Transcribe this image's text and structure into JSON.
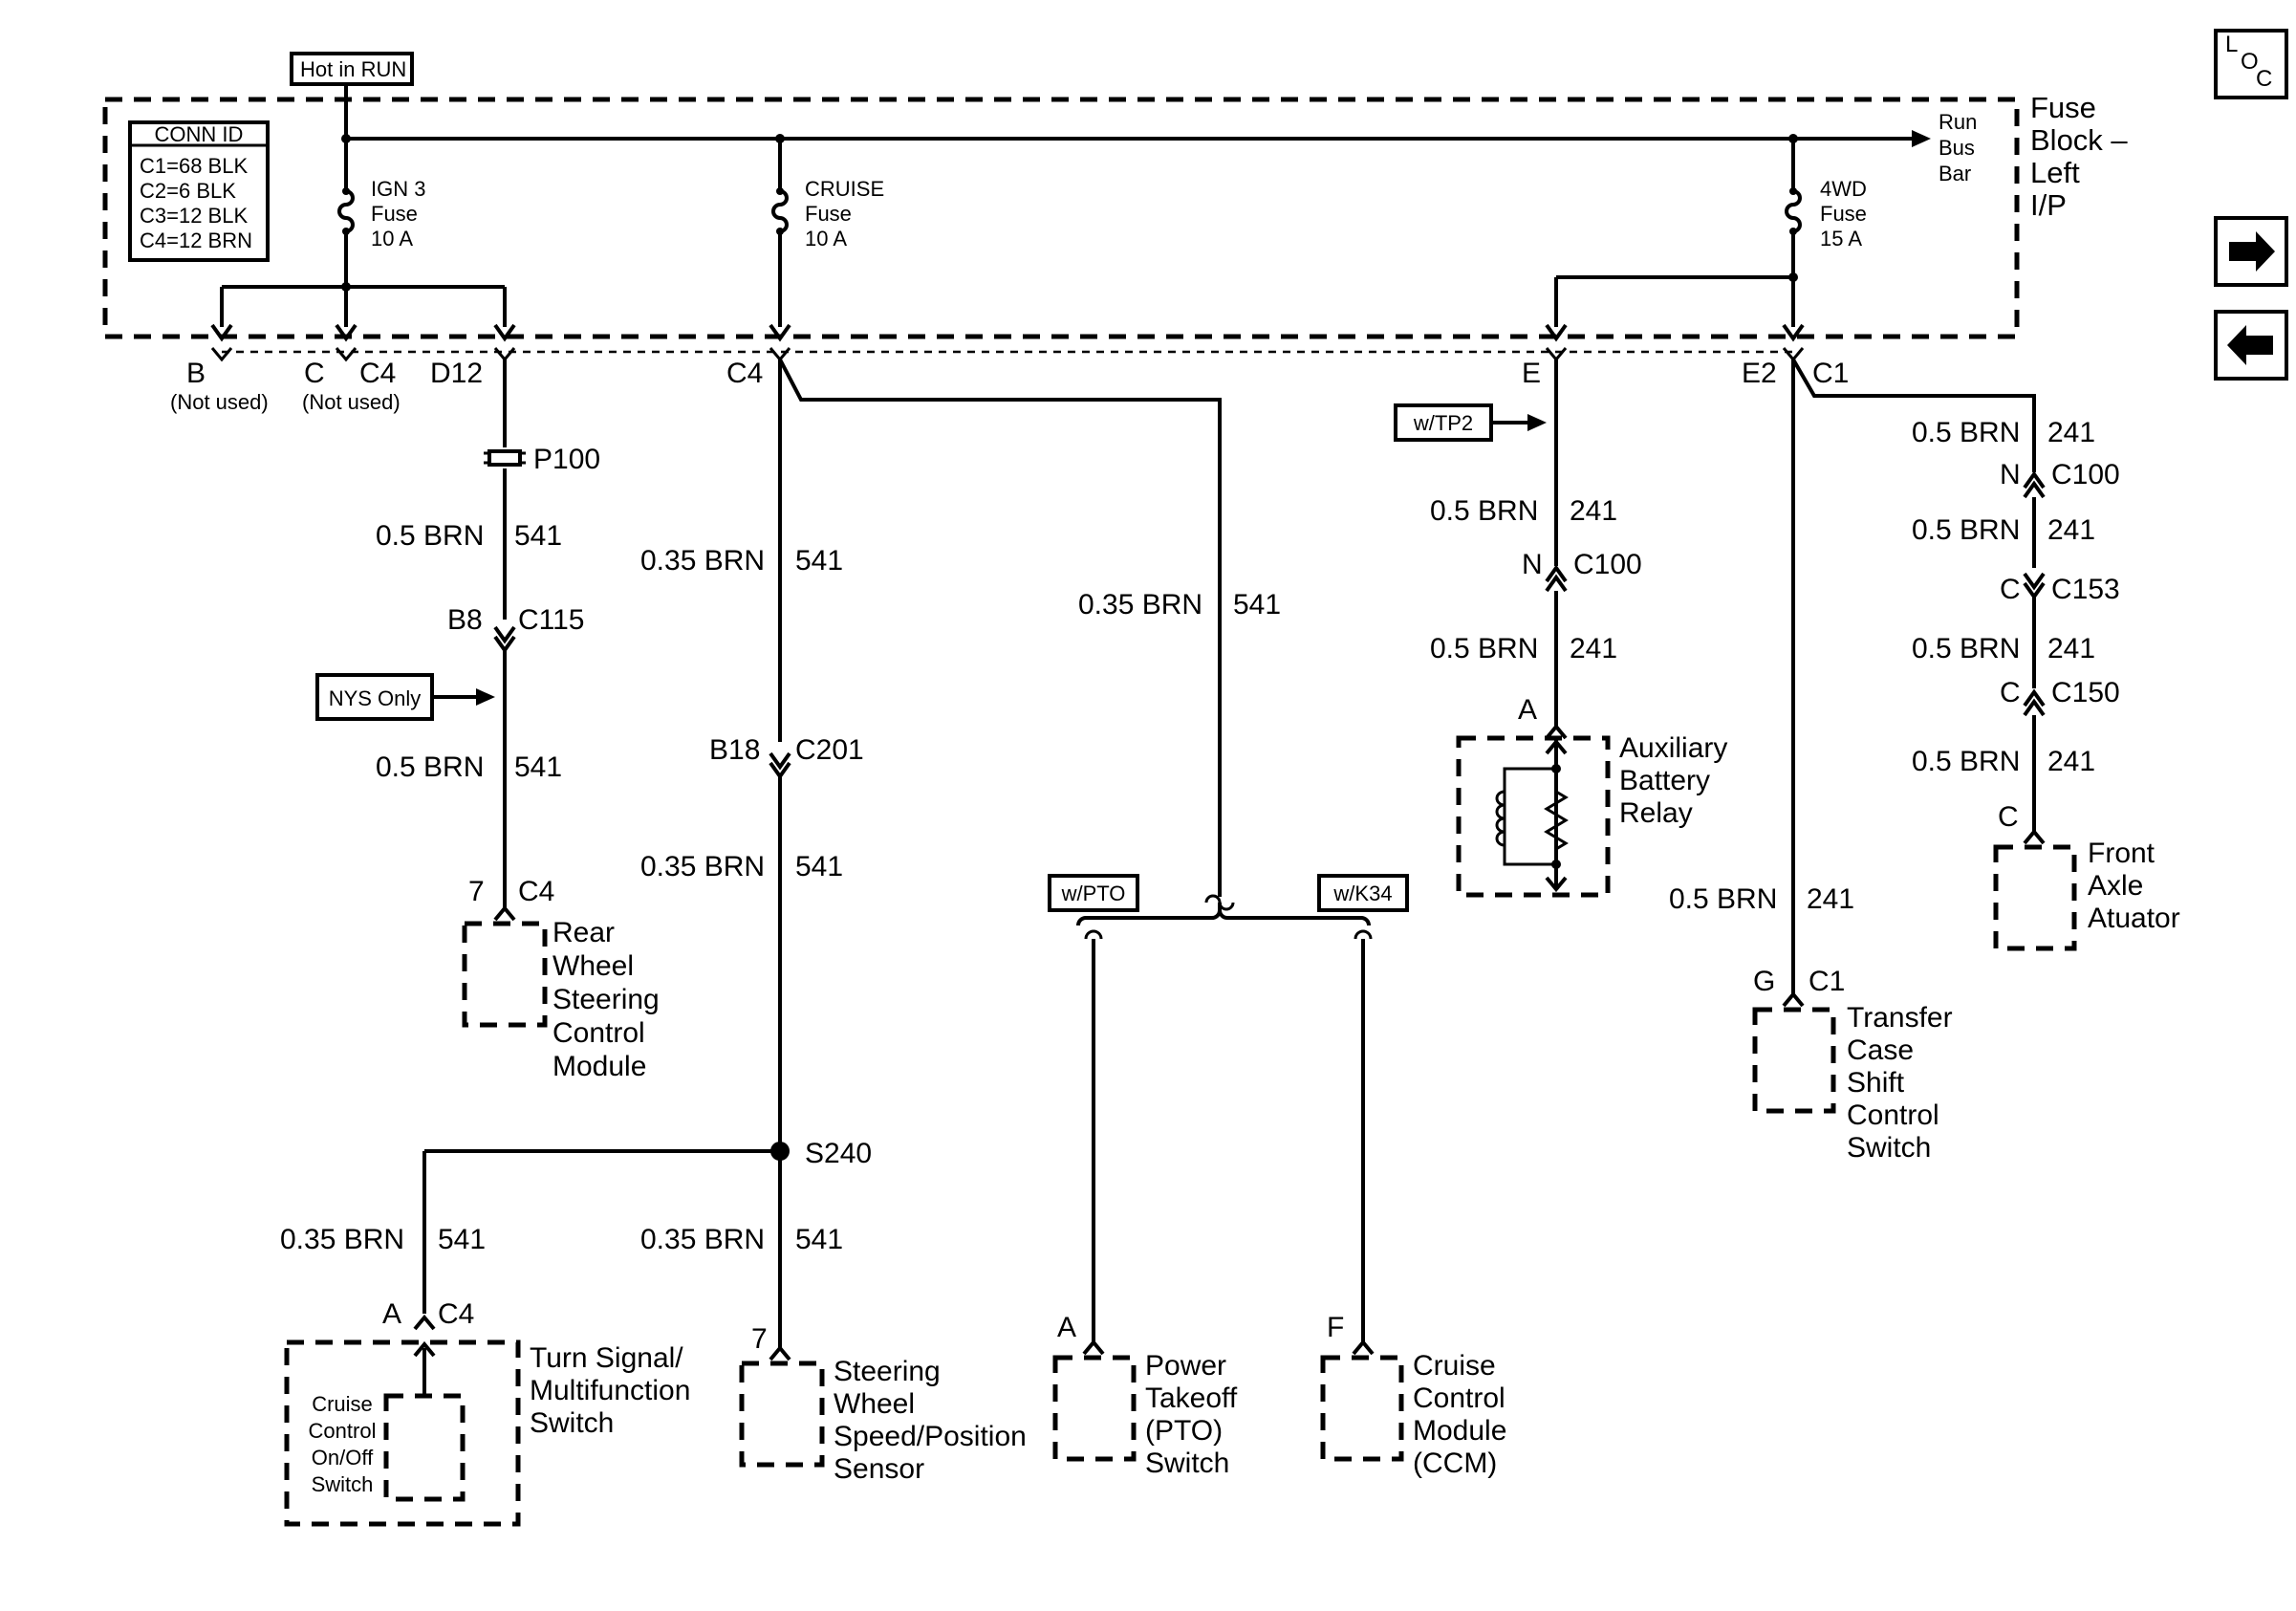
{
  "fuse_block": {
    "hot_label": "Hot in RUN",
    "title_lines": [
      "Fuse",
      "Block –",
      "Left",
      "I/P"
    ],
    "run_bus_lines": [
      "Run",
      "Bus",
      "Bar"
    ],
    "conn_id": {
      "title": "CONN ID",
      "rows": [
        "C1=68 BLK",
        "C2=6 BLK",
        "C3=12 BLK",
        "C4=12 BRN"
      ]
    },
    "fuses": [
      {
        "lines": [
          "IGN 3",
          "Fuse",
          "10 A"
        ]
      },
      {
        "lines": [
          "CRUISE",
          "Fuse",
          "10 A"
        ]
      },
      {
        "lines": [
          "4WD",
          "Fuse",
          "15 A"
        ]
      }
    ],
    "terminals": {
      "b": "B",
      "b_note": "(Not used)",
      "c": "C",
      "c4": "C4",
      "c_note": "(Not used)",
      "d12": "D12",
      "c4_cruise": "C4",
      "e": "E",
      "e2": "E2",
      "c1": "C1"
    }
  },
  "options": {
    "tp2": "w/TP2",
    "nys": "NYS Only",
    "pto": "w/PTO",
    "k34": "w/K34"
  },
  "connectors": {
    "p100": "P100",
    "b8": "B8",
    "c115": "C115",
    "b18": "B18",
    "c201": "C201",
    "s240": "S240",
    "n1": "N",
    "c100_a": "C100",
    "n2": "N",
    "c100_b": "C100",
    "c_153": "C",
    "c153": "C153",
    "c_150": "C",
    "c150": "C150"
  },
  "wires": {
    "w541_brn05_a": "0.5 BRN",
    "w541_num_a": "541",
    "w541_brn05_b": "0.5 BRN",
    "w541_num_b": "541",
    "w541_brn035_a": "0.35 BRN",
    "w541_num_c": "541",
    "w541_brn035_b": "0.35 BRN",
    "w541_num_d": "541",
    "w541_brn035_c": "0.35 BRN",
    "w541_num_e": "541",
    "w541_brn035_d": "0.35 BRN",
    "w541_num_f": "541",
    "w541_brn035_e": "0.35 BRN",
    "w541_num_g": "541",
    "w241_a_brn": "0.5 BRN",
    "w241_a_num": "241",
    "w241_b_brn": "0.5 BRN",
    "w241_b_num": "241",
    "w241_c_brn": "0.5 BRN",
    "w241_c_num": "241",
    "w241_d_brn": "0.5 BRN",
    "w241_d_num": "241",
    "w241_e_brn": "0.5 BRN",
    "w241_e_num": "241",
    "w241_f_brn": "0.5 BRN",
    "w241_f_num": "241",
    "w241_g_brn": "0.5 BRN",
    "w241_g_num": "241"
  },
  "components": {
    "rwsteer": {
      "pin": "7",
      "conn": "C4",
      "lines": [
        "Rear",
        "Wheel",
        "Steering",
        "Control",
        "Module"
      ]
    },
    "aux_relay": {
      "pin": "A",
      "lines": [
        "Auxiliary",
        "Battery",
        "Relay"
      ]
    },
    "front_axle": {
      "pin": "C",
      "lines": [
        "Front",
        "Axle",
        "Atuator"
      ]
    },
    "transfer": {
      "pin": "G",
      "conn": "C1",
      "lines": [
        "Transfer",
        "Case",
        "Shift",
        "Control",
        "Switch"
      ]
    },
    "turn_signal": {
      "pin": "A",
      "conn": "C4",
      "lines": [
        "Turn Signal/",
        "Multifunction",
        "Switch"
      ],
      "inner_lines": [
        "Cruise",
        "Control",
        "On/Off",
        "Switch"
      ]
    },
    "steering_sensor": {
      "pin": "7",
      "lines": [
        "Steering",
        "Wheel",
        "Speed/Position",
        "Sensor"
      ]
    },
    "pto": {
      "pin": "A",
      "lines": [
        "Power",
        "Takeoff",
        "(PTO)",
        "Switch"
      ]
    },
    "ccm": {
      "pin": "F",
      "lines": [
        "Cruise",
        "Control",
        "Module",
        "(CCM)"
      ]
    }
  },
  "nav": {
    "loc_l": "L",
    "loc_o": "O",
    "loc_c": "C"
  }
}
